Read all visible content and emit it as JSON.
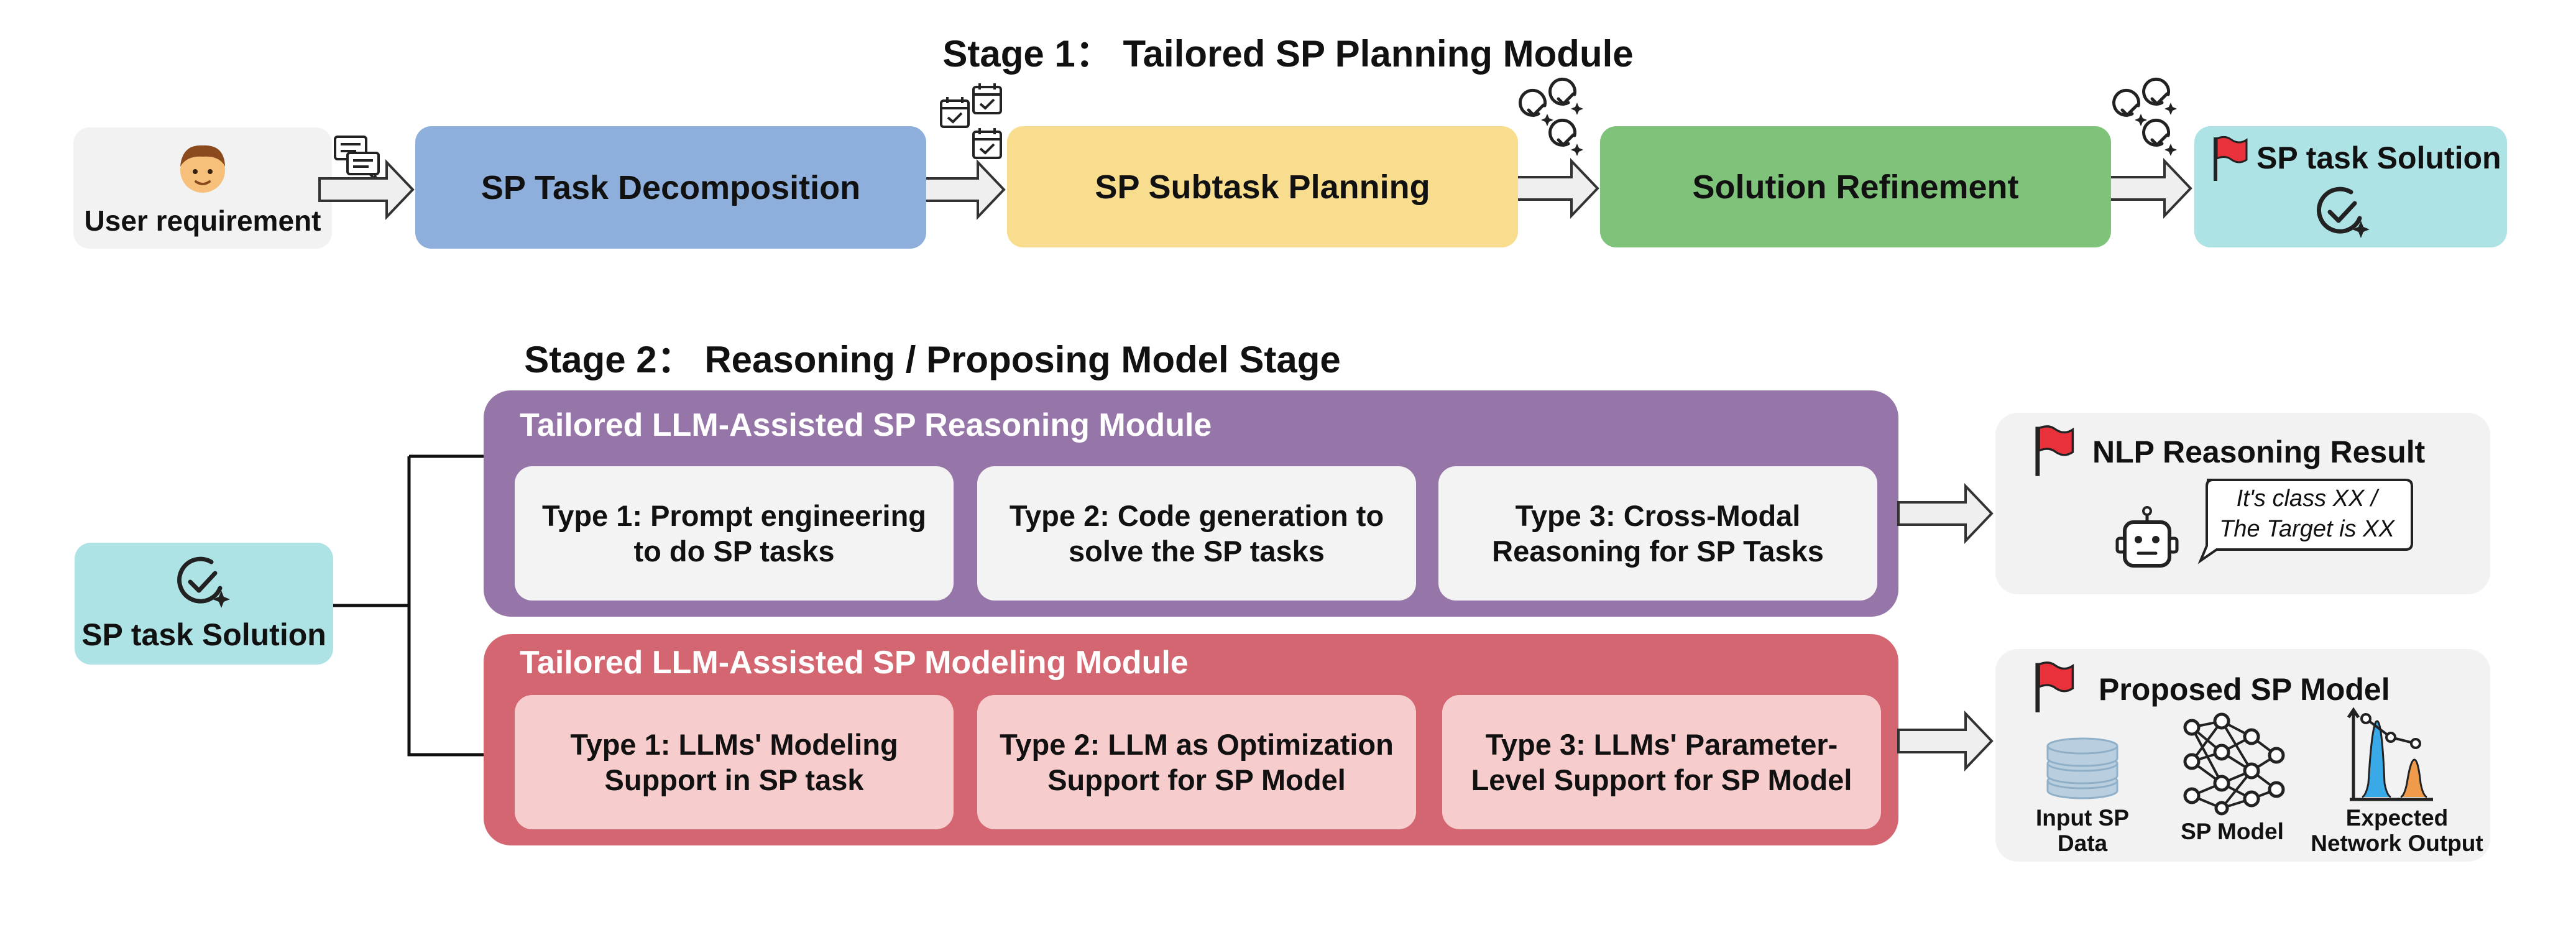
{
  "stage1": {
    "title": "Stage 1： Tailored SP Planning Module",
    "user_requirement": "User requirement",
    "task_decomposition": "SP Task Decomposition",
    "subtask_planning": "SP Subtask Planning",
    "solution_refinement": "Solution Refinement",
    "task_solution": "SP task Solution"
  },
  "stage2": {
    "title": "Stage 2： Reasoning / Proposing Model Stage",
    "solution_input": "SP task Solution",
    "reasoning_module": {
      "title": "Tailored LLM-Assisted SP Reasoning Module",
      "types": [
        "Type 1: Prompt engineering\nto do SP tasks",
        "Type 2: Code generation to\nsolve the SP tasks",
        "Type 3: Cross-Modal\nReasoning for SP Tasks"
      ]
    },
    "modeling_module": {
      "title": "Tailored LLM-Assisted SP Modeling Module",
      "types": [
        "Type 1: LLMs'  Modeling\nSupport in SP task",
        "Type 2: LLM as Optimization\nSupport for SP Model",
        "Type 3: LLMs' Parameter-\nLevel Support for SP Model"
      ]
    },
    "nlp_result": {
      "title": "NLP Reasoning Result",
      "bubble": "It's class XX /\nThe Target is XX"
    },
    "proposed_model": {
      "title": "Proposed SP Model",
      "input_data": "Input SP\nData",
      "sp_model": "SP Model",
      "expected_output": "Expected\nNetwork Output"
    }
  },
  "colors": {
    "decomposition": "#8eafdb",
    "planning": "#f8dd8f",
    "refinement": "#7fc37a",
    "solution": "#aee3e6",
    "reasoning_module": "#9675a8",
    "modeling_module": "#d46671",
    "card_light": "#f3f3f3",
    "card_pink": "#f7cccc",
    "flag": "#e8313a"
  },
  "icons": [
    "user-face-icon",
    "chat-icon",
    "calendar-check-icon",
    "double-check-icon",
    "flag-icon",
    "check-sparkle-icon",
    "robot-icon",
    "database-icon",
    "neural-network-icon",
    "distribution-icon"
  ]
}
